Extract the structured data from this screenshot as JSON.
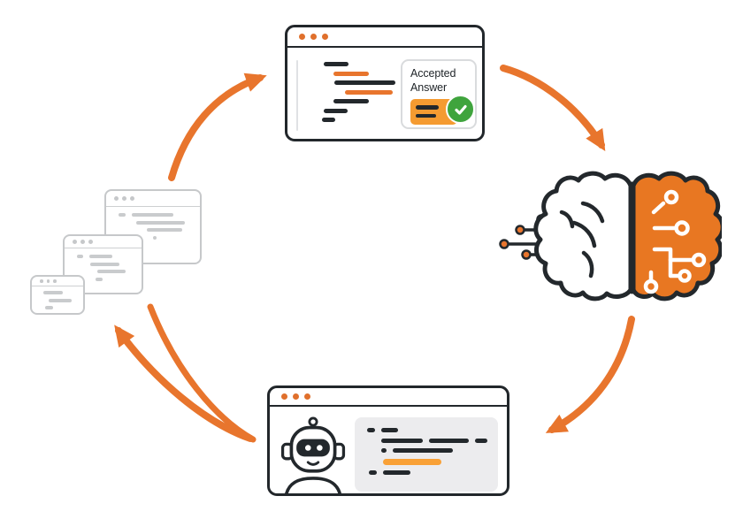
{
  "title": "community-to-ai-feedback-loop-diagram",
  "colors": {
    "dark": "#23282c",
    "orange": "#e8752d",
    "orange_bright": "#f9a137",
    "badge_orange": "#f59b31",
    "brain_orange": "#e87722",
    "green": "#3fa43d",
    "gray": "#c9cbcd"
  },
  "diagram": {
    "top_window": {
      "name": "accepted-answer-window",
      "traffic_dots": 3,
      "rows": [
        {
          "i": 14,
          "s": [
            {
              "c": "dark",
              "w": 28
            }
          ]
        },
        {
          "i": 25,
          "s": [
            {
              "c": "orange",
              "w": 40
            }
          ]
        },
        {
          "i": 26,
          "s": [
            {
              "c": "dark",
              "w": 69
            }
          ]
        },
        {
          "i": 38,
          "s": [
            {
              "c": "orange",
              "w": 54
            }
          ]
        },
        {
          "i": 25,
          "s": [
            {
              "c": "dark",
              "w": 40
            }
          ]
        },
        {
          "i": 14,
          "s": [
            {
              "c": "dark",
              "w": 27
            }
          ]
        },
        {
          "i": 12,
          "s": [
            {
              "c": "dark",
              "w": 15
            }
          ]
        }
      ],
      "badge": {
        "label": "Accepted Answer",
        "check_icon": "check-circle-icon",
        "rows": [
          {
            "i": 0,
            "s": [
              {
                "c": "dark",
                "w": 26
              }
            ]
          },
          {
            "i": 0,
            "s": [
              {
                "c": "dark",
                "w": 23
              }
            ]
          }
        ]
      }
    },
    "brain": {
      "name": "ai-brain-icon",
      "input_dots": 4
    },
    "bottom_window": {
      "name": "chatbot-answer-window",
      "traffic_dots": 3,
      "robot_icon": "robot-icon",
      "rows": [
        {
          "i": 0,
          "s": [
            {
              "c": "dark",
              "w": 9
            },
            {
              "c": "dark",
              "w": 19
            }
          ]
        },
        {
          "i": 16,
          "s": [
            {
              "c": "dark",
              "w": 47
            },
            {
              "c": "dark",
              "w": 45
            },
            {
              "c": "dark",
              "w": 14
            }
          ]
        },
        {
          "i": 16,
          "s": [
            {
              "c": "dark",
              "w": 6
            },
            {
              "c": "dark",
              "w": 68
            }
          ]
        },
        {
          "i": 18,
          "h": 7,
          "s": [
            {
              "c": "orange_bright",
              "w": 66
            }
          ]
        },
        {
          "i": 2,
          "s": [
            {
              "c": "dark",
              "w": 9
            },
            {
              "c": "dark",
              "w": 31
            }
          ]
        }
      ]
    },
    "ghost_windows": [
      {
        "name": "question-window-back",
        "rows": [
          {
            "i": 4,
            "s": [
              {
                "c": "gray",
                "w": 8
              },
              {
                "c": "gray",
                "w": 47
              }
            ]
          },
          {
            "i": 24,
            "s": [
              {
                "c": "gray",
                "w": 55
              }
            ]
          },
          {
            "i": 36,
            "s": [
              {
                "c": "gray",
                "w": 40
              }
            ]
          },
          {
            "i": 43,
            "s": [
              {
                "c": "gray",
                "w": 4
              }
            ]
          }
        ]
      },
      {
        "name": "question-window-middle",
        "rows": [
          {
            "i": 4,
            "s": [
              {
                "c": "gray",
                "w": 7
              },
              {
                "c": "gray",
                "w": 26
              }
            ]
          },
          {
            "i": 19,
            "s": [
              {
                "c": "gray",
                "w": 33
              }
            ]
          },
          {
            "i": 27,
            "s": [
              {
                "c": "gray",
                "w": 32
              }
            ]
          },
          {
            "i": 25,
            "s": [
              {
                "c": "gray",
                "w": 8
              }
            ]
          }
        ]
      },
      {
        "name": "question-window-front",
        "rows": [
          {
            "i": 7,
            "s": [
              {
                "c": "gray",
                "w": 22
              }
            ]
          },
          {
            "i": 13,
            "s": [
              {
                "c": "gray",
                "w": 26
              }
            ]
          },
          {
            "i": 9,
            "s": [
              {
                "c": "gray",
                "w": 9
              }
            ]
          }
        ]
      }
    ],
    "arrows": [
      {
        "name": "arrow-questions-to-accepted"
      },
      {
        "name": "arrow-accepted-to-ai"
      },
      {
        "name": "arrow-ai-to-chatbot"
      },
      {
        "name": "arrow-chatbot-to-questions"
      }
    ]
  }
}
